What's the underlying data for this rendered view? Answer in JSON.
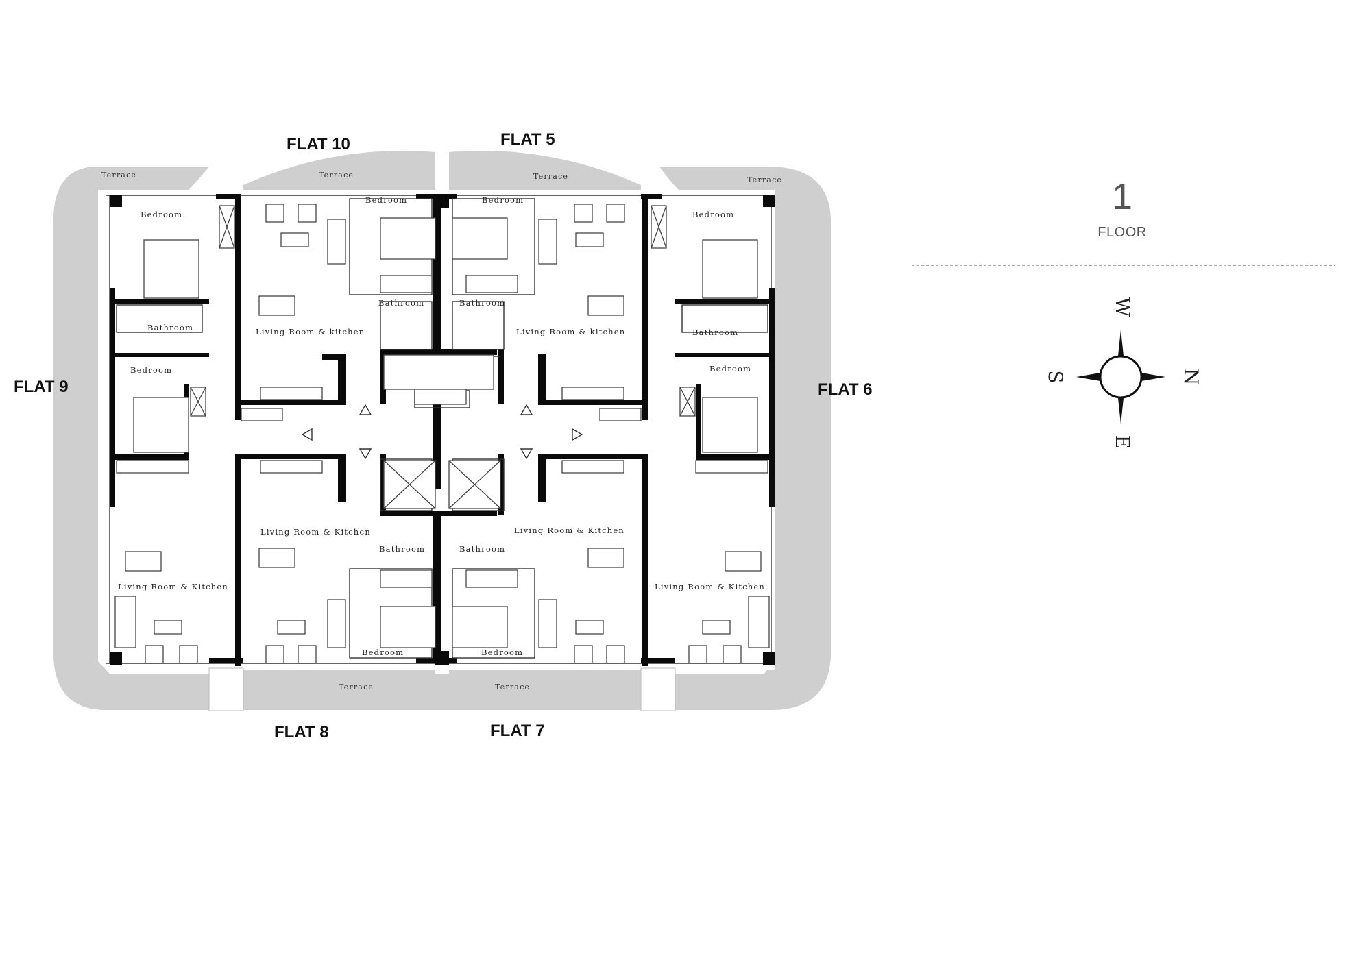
{
  "flats": {
    "flat10": "FLAT 10",
    "flat5": "FLAT 5",
    "flat9": "FLAT 9",
    "flat6": "FLAT 6",
    "flat8": "FLAT 8",
    "flat7": "FLAT 7"
  },
  "labels": {
    "terrace": "Terrace",
    "bedroom": "Bedroom",
    "bathroom": "Bathroom",
    "living_kitchen_amp": "Living Room & Kitchen",
    "living_kitchen_lower": "Living Room & kitchen"
  },
  "floor": {
    "number": "1",
    "word": "FLOOR"
  },
  "compass": {
    "north": "N",
    "south": "S",
    "east": "E",
    "west": "W",
    "icon": "compass-rose-icon"
  },
  "colors": {
    "terrace": "#cfcfcf",
    "wall": "#0a0a0a",
    "text": "#111111"
  }
}
